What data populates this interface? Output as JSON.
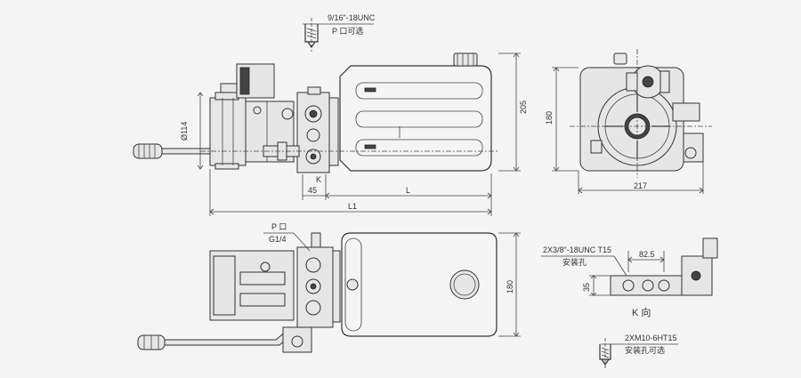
{
  "top_callout": {
    "thread": "9/16\"-18UNC",
    "port_note": "P 口可选"
  },
  "front_view": {
    "dim_height": "205",
    "dim_diameter": "Ø114",
    "label_k": "K",
    "dim_45": "45",
    "dim_L": "L",
    "dim_L1": "L1"
  },
  "side_view": {
    "dim_height": "180",
    "dim_width": "217"
  },
  "plan_view": {
    "port_label": "P 口",
    "port_thread": "G1/4",
    "dim_height": "180"
  },
  "k_view": {
    "thread": "2X3/8\"-18UNC T15",
    "note": "安装孔",
    "dim_82": "82.5",
    "dim_35": "35",
    "title": "K 向"
  },
  "bottom_callout": {
    "thread": "2XM10-6HT15",
    "note": "安装孔可选"
  }
}
